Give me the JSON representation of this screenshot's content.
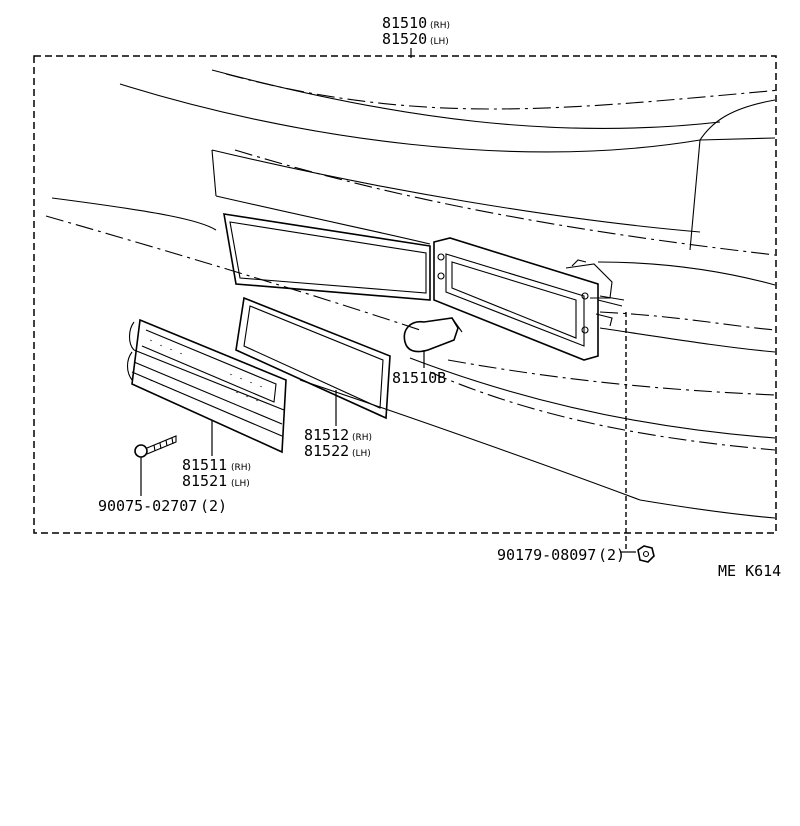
{
  "labels": {
    "assembly": {
      "rh": "81510",
      "rh_note": "(RH)",
      "lh": "81520",
      "lh_note": "(LH)"
    },
    "bulb": {
      "code": "81510B"
    },
    "gasket": {
      "rh": "81512",
      "rh_note": "(RH)",
      "lh": "81522",
      "lh_note": "(LH)"
    },
    "lens": {
      "rh": "81511",
      "rh_note": "(RH)",
      "lh": "81521",
      "lh_note": "(LH)"
    },
    "screw": {
      "code": "90075-02707",
      "qty": "(2)"
    },
    "nut": {
      "code": "90179-08097",
      "qty": "(2)"
    },
    "diagram_code": "ME K614"
  }
}
